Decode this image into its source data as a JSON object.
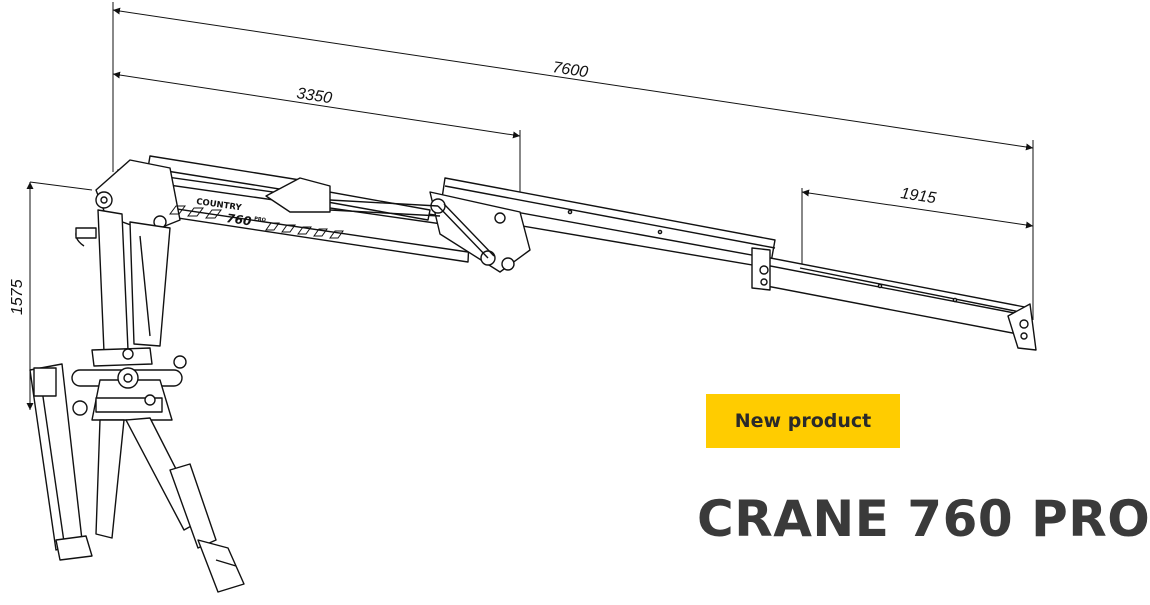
{
  "drawing": {
    "dimensions": {
      "total_reach": "7600",
      "main_boom": "3350",
      "extension": "1915",
      "height": "1575"
    },
    "boom_brand": "COUNTRY",
    "boom_model": "760",
    "boom_model_suffix": "PRO"
  },
  "badge": {
    "label": "New product",
    "color": "#ffcc00"
  },
  "product": {
    "title": "CRANE 760 PRO"
  }
}
